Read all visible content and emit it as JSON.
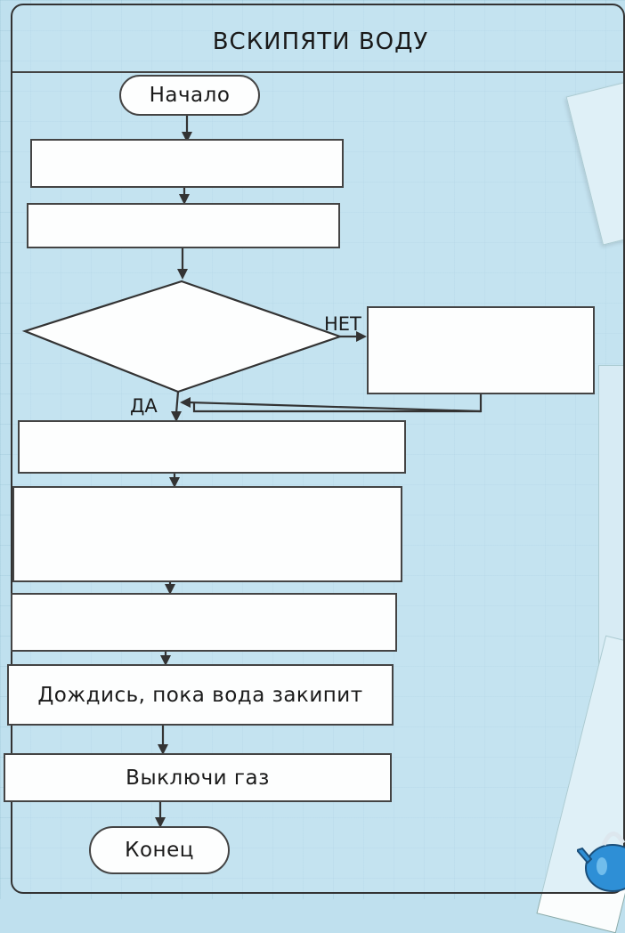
{
  "diagram": {
    "title": "ВСКИПЯТИ ВОДУ",
    "start_label": "Начало",
    "steps": [
      {
        "text": ""
      },
      {
        "text": ""
      }
    ],
    "decision": {
      "text": "",
      "no_label": "НЕТ",
      "yes_label": "ДА"
    },
    "no_branch_box": {
      "text": ""
    },
    "after_steps": [
      {
        "text": ""
      },
      {
        "text": ""
      },
      {
        "text": ""
      },
      {
        "text": "Дождись, пока вода закипит"
      },
      {
        "text": "Выключи газ"
      }
    ],
    "end_label": "Конец"
  },
  "colors": {
    "background": "#bfe0ee",
    "box_fill": "#fdfefe",
    "line": "#333333"
  }
}
